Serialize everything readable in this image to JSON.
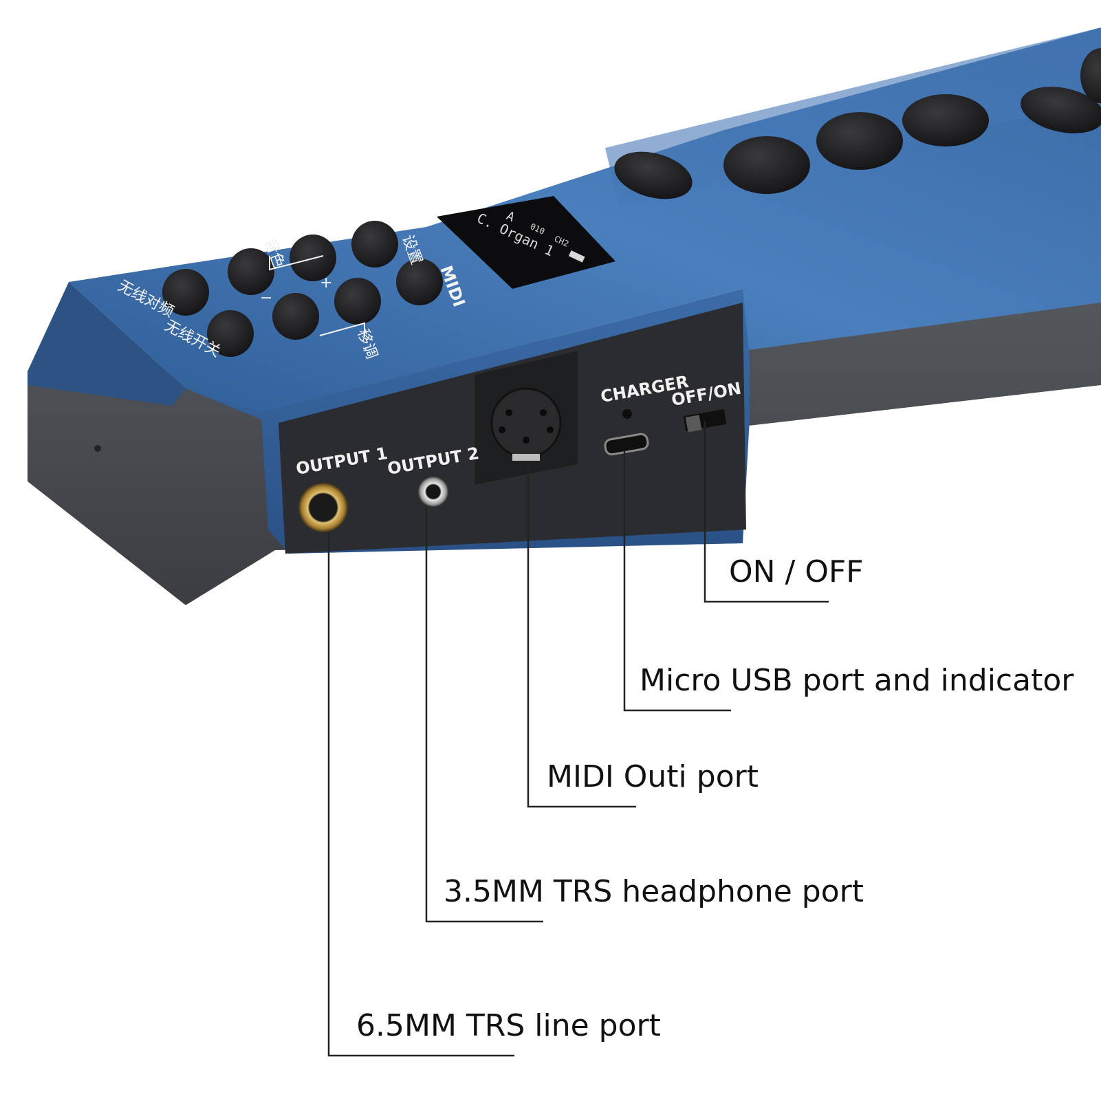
{
  "device": {
    "panel_labels": {
      "output1": "OUTPUT 1",
      "output2": "OUTPUT 2",
      "charger": "CHARGER",
      "offon": "OFF/ON",
      "midi": "MIDI"
    },
    "button_labels": {
      "settings": "设置",
      "tone": "音色",
      "plus": "+",
      "minus": "−",
      "transpose": "移调",
      "wireless_pair": "无线对频",
      "wireless_switch": "无线开关"
    },
    "display": {
      "line1_key": "A",
      "line1_code": "010",
      "line1_channel": "CH2",
      "line2": "C. Organ 1"
    },
    "colors": {
      "body_blue": "#3f6fa8",
      "body_blue_dark": "#2a5083",
      "base_grey": "#4a4d52",
      "panel_dark": "#2b2c2f",
      "button_black": "#1c1c1e",
      "jack_gold": "#c9a24a"
    }
  },
  "callouts": {
    "on_off": "ON / OFF",
    "micro_usb": "Micro USB port and indicator",
    "midi_out": "MIDI Outi port",
    "headphone": "3.5MM TRS headphone port",
    "line_port": "6.5MM TRS line port"
  }
}
